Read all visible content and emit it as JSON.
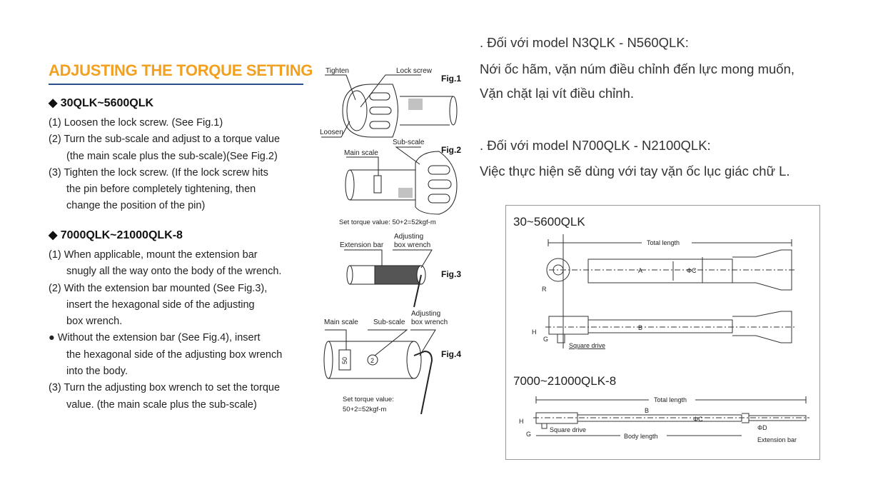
{
  "left": {
    "title": "ADJUSTING THE TORQUE SETTING",
    "sections": [
      {
        "heading": "◆ 30QLK~5600QLK",
        "lines": [
          "(1) Loosen the lock screw. (See Fig.1)",
          "(2) Turn the sub-scale and adjust to a torque value",
          "(the main scale plus the sub-scale)(See Fig.2)",
          "(3) Tighten the lock screw. (If the lock screw hits",
          "the pin before completely tightening, then",
          "change the position of the pin)"
        ]
      },
      {
        "heading": "◆ 7000QLK~21000QLK-8",
        "lines": [
          "(1) When applicable, mount the extension bar",
          "snugly all the way onto the body of the wrench.",
          "(2) With the extension bar mounted (See Fig.3),",
          "insert the hexagonal side of the adjusting",
          "box wrench.",
          "●  Without the extension bar (See Fig.4), insert",
          "the hexagonal side of the adjusting box wrench",
          "into the body.",
          "(3) Turn the adjusting box wrench to set the torque",
          "value. (the main scale plus the sub-scale)"
        ]
      }
    ]
  },
  "figures": {
    "fig1": {
      "label": "Fig.1",
      "tighten": "Tighten",
      "lock_screw": "Lock screw",
      "loosen": "Loosen"
    },
    "fig2": {
      "label": "Fig.2",
      "main_scale": "Main scale",
      "sub_scale": "Sub-scale",
      "caption": "Set torque value: 50+2=52kgf-m"
    },
    "fig3": {
      "label": "Fig.3",
      "extension_bar": "Extension bar",
      "adjusting_1": "Adjusting",
      "adjusting_2": "box wrench"
    },
    "fig4": {
      "label": "Fig.4",
      "main_scale": "Main scale",
      "sub_scale": "Sub-scale",
      "adjusting_1": "Adjusting",
      "adjusting_2": "box wrench",
      "scale_main_value": "50",
      "scale_sub_value": "2",
      "caption_1": "Set torque value:",
      "caption_2": "50+2=52kgf-m"
    }
  },
  "right": {
    "model1_heading": ". Đối với model N3QLK - N560QLK:",
    "model1_line1": "Nới ốc hãm, vặn núm điều chỉnh đến lực mong muốn,",
    "model1_line2": "Vặn chặt lại vít điều chỉnh.",
    "model2_heading": ". Đối với model N700QLK - N2100QLK:",
    "model2_line1": "Việc thực hiện sẽ dùng với tay vặn ốc lục giác chữ L."
  },
  "dimension_diagram": {
    "model_a": "30~5600QLK",
    "model_b": "7000~21000QLK-8",
    "total_length": "Total length",
    "body_length": "Body length",
    "square_drive": "Square drive",
    "extension_bar": "Extension bar",
    "A": "A",
    "B": "B",
    "C": "ΦC",
    "D": "ΦD",
    "G": "G",
    "H": "H",
    "R": "R"
  },
  "colors": {
    "title": "#f2a01e",
    "rule": "#2c4f8c"
  }
}
